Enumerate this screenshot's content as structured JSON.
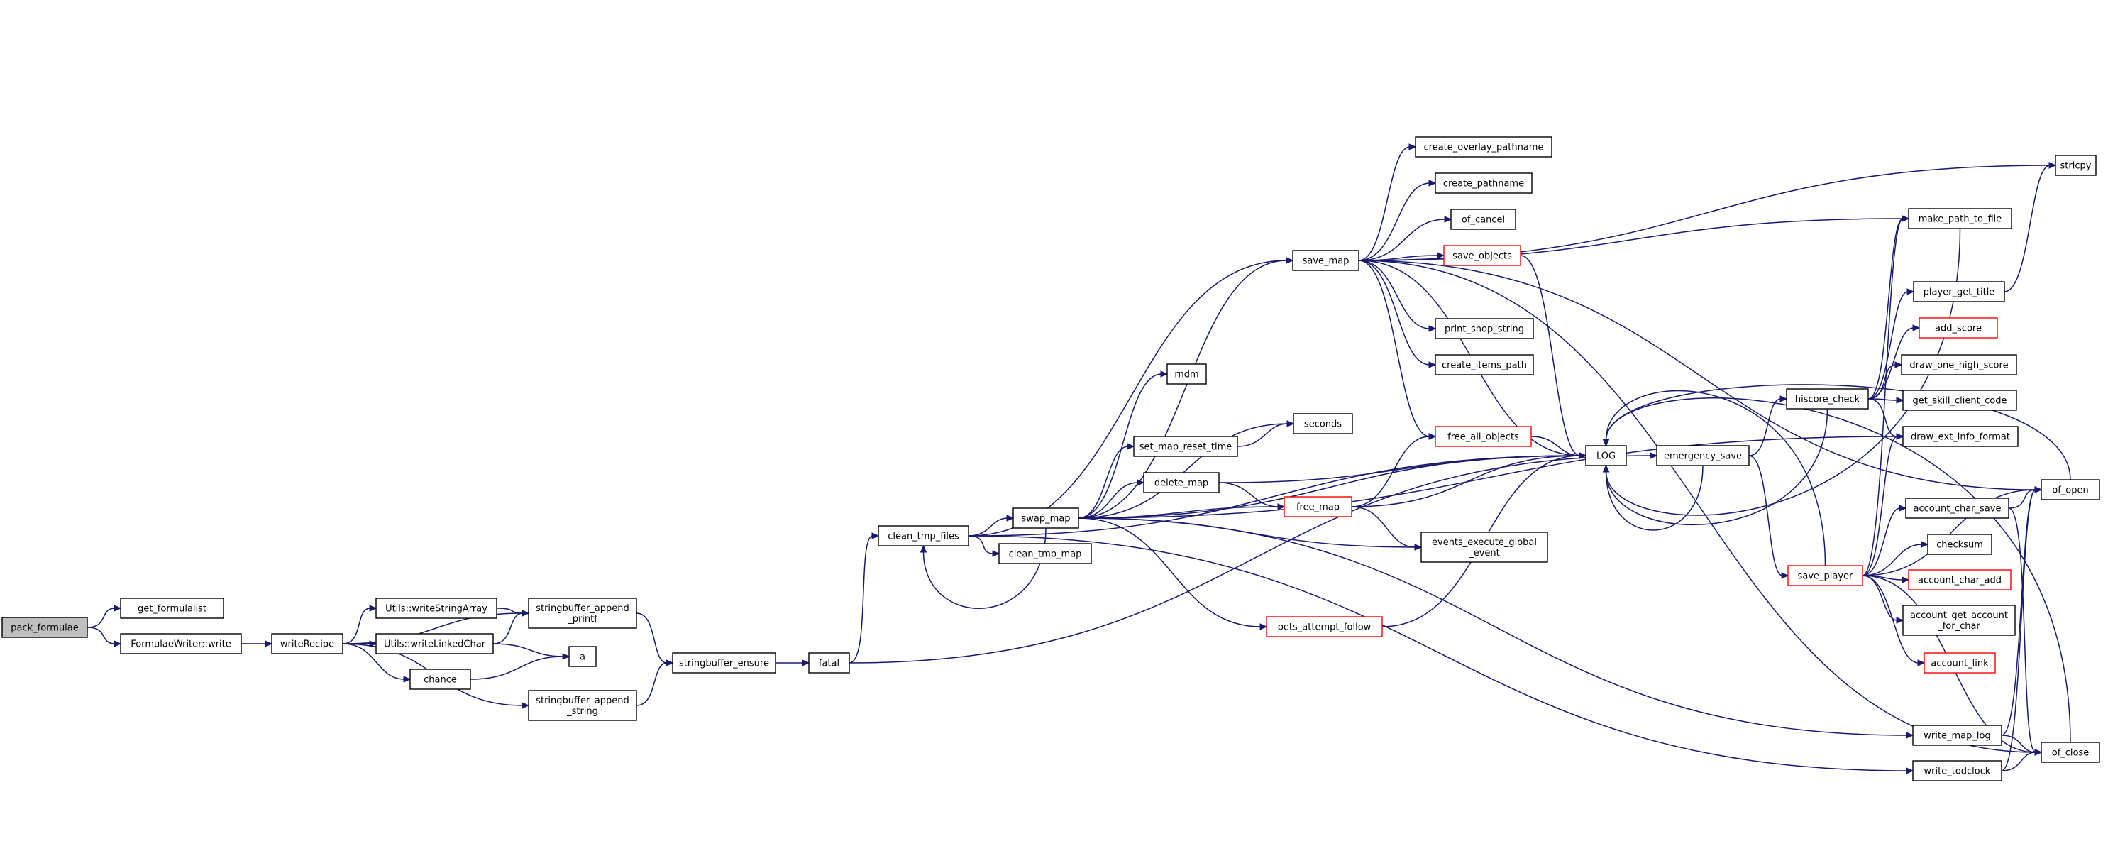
{
  "diagram": {
    "type": "call-graph",
    "colors": {
      "edge": "#191970",
      "root_fill": "#bfbfbf",
      "truncated_border": "#ff0000",
      "node_border": "#000000"
    },
    "nodes": [
      {
        "id": "pack_formulae",
        "lines": [
          "pack_formulae"
        ],
        "style": "root"
      },
      {
        "id": "get_formulalist",
        "lines": [
          "get_formulalist"
        ]
      },
      {
        "id": "FormulaeWriter_write",
        "lines": [
          "FormulaeWriter::write"
        ]
      },
      {
        "id": "writeRecipe",
        "lines": [
          "writeRecipe"
        ]
      },
      {
        "id": "Utils_writeStringArray",
        "lines": [
          "Utils::writeStringArray"
        ]
      },
      {
        "id": "Utils_writeLinkedChar",
        "lines": [
          "Utils::writeLinkedChar"
        ]
      },
      {
        "id": "chance",
        "lines": [
          "chance"
        ]
      },
      {
        "id": "stringbuffer_append_printf",
        "lines": [
          "stringbuffer_append",
          "_printf"
        ]
      },
      {
        "id": "a",
        "lines": [
          "a"
        ]
      },
      {
        "id": "stringbuffer_append_string",
        "lines": [
          "stringbuffer_append",
          "_string"
        ]
      },
      {
        "id": "stringbuffer_ensure",
        "lines": [
          "stringbuffer_ensure"
        ]
      },
      {
        "id": "fatal",
        "lines": [
          "fatal"
        ]
      },
      {
        "id": "clean_tmp_files",
        "lines": [
          "clean_tmp_files"
        ]
      },
      {
        "id": "swap_map",
        "lines": [
          "swap_map"
        ]
      },
      {
        "id": "clean_tmp_map",
        "lines": [
          "clean_tmp_map"
        ]
      },
      {
        "id": "rndm",
        "lines": [
          "rndm"
        ]
      },
      {
        "id": "set_map_reset_time",
        "lines": [
          "set_map_reset_time"
        ]
      },
      {
        "id": "delete_map",
        "lines": [
          "delete_map"
        ]
      },
      {
        "id": "seconds",
        "lines": [
          "seconds"
        ]
      },
      {
        "id": "save_map",
        "lines": [
          "save_map"
        ]
      },
      {
        "id": "create_overlay_pathname",
        "lines": [
          "create_overlay_pathname"
        ]
      },
      {
        "id": "create_pathname",
        "lines": [
          "create_pathname"
        ]
      },
      {
        "id": "of_cancel",
        "lines": [
          "of_cancel"
        ]
      },
      {
        "id": "save_objects",
        "lines": [
          "save_objects"
        ],
        "style": "truncated"
      },
      {
        "id": "print_shop_string",
        "lines": [
          "print_shop_string"
        ]
      },
      {
        "id": "create_items_path",
        "lines": [
          "create_items_path"
        ]
      },
      {
        "id": "free_all_objects",
        "lines": [
          "free_all_objects"
        ],
        "style": "truncated"
      },
      {
        "id": "free_map",
        "lines": [
          "free_map"
        ],
        "style": "truncated"
      },
      {
        "id": "events_execute_global_event",
        "lines": [
          "events_execute_global",
          "_event"
        ]
      },
      {
        "id": "pets_attempt_follow",
        "lines": [
          "pets_attempt_follow"
        ],
        "style": "truncated"
      },
      {
        "id": "LOG",
        "lines": [
          "LOG"
        ]
      },
      {
        "id": "emergency_save",
        "lines": [
          "emergency_save"
        ]
      },
      {
        "id": "hiscore_check",
        "lines": [
          "hiscore_check"
        ]
      },
      {
        "id": "save_player",
        "lines": [
          "save_player"
        ],
        "style": "truncated"
      },
      {
        "id": "strlcpy",
        "lines": [
          "strlcpy"
        ]
      },
      {
        "id": "make_path_to_file",
        "lines": [
          "make_path_to_file"
        ]
      },
      {
        "id": "player_get_title",
        "lines": [
          "player_get_title"
        ]
      },
      {
        "id": "add_score",
        "lines": [
          "add_score"
        ],
        "style": "truncated"
      },
      {
        "id": "draw_one_high_score",
        "lines": [
          "draw_one_high_score"
        ]
      },
      {
        "id": "get_skill_client_code",
        "lines": [
          "get_skill_client_code"
        ]
      },
      {
        "id": "draw_ext_info_format",
        "lines": [
          "draw_ext_info_format"
        ]
      },
      {
        "id": "account_char_save",
        "lines": [
          "account_char_save"
        ]
      },
      {
        "id": "checksum",
        "lines": [
          "checksum"
        ]
      },
      {
        "id": "account_char_add",
        "lines": [
          "account_char_add"
        ],
        "style": "truncated"
      },
      {
        "id": "account_get_account_for_char",
        "lines": [
          "account_get_account",
          "_for_char"
        ]
      },
      {
        "id": "account_link",
        "lines": [
          "account_link"
        ],
        "style": "truncated"
      },
      {
        "id": "of_open",
        "lines": [
          "of_open"
        ]
      },
      {
        "id": "write_map_log",
        "lines": [
          "write_map_log"
        ]
      },
      {
        "id": "write_todclock",
        "lines": [
          "write_todclock"
        ]
      },
      {
        "id": "of_close",
        "lines": [
          "of_close"
        ]
      }
    ],
    "edges": [
      [
        "pack_formulae",
        "get_formulalist"
      ],
      [
        "pack_formulae",
        "FormulaeWriter_write"
      ],
      [
        "FormulaeWriter_write",
        "writeRecipe"
      ],
      [
        "writeRecipe",
        "Utils_writeStringArray"
      ],
      [
        "writeRecipe",
        "Utils_writeLinkedChar"
      ],
      [
        "writeRecipe",
        "chance"
      ],
      [
        "writeRecipe",
        "stringbuffer_append_printf"
      ],
      [
        "writeRecipe",
        "stringbuffer_append_string"
      ],
      [
        "Utils_writeStringArray",
        "stringbuffer_append_printf"
      ],
      [
        "Utils_writeLinkedChar",
        "stringbuffer_append_printf"
      ],
      [
        "Utils_writeLinkedChar",
        "a"
      ],
      [
        "chance",
        "a"
      ],
      [
        "stringbuffer_append_printf",
        "stringbuffer_ensure"
      ],
      [
        "stringbuffer_append_string",
        "stringbuffer_ensure"
      ],
      [
        "stringbuffer_ensure",
        "fatal"
      ],
      [
        "fatal",
        "clean_tmp_files"
      ],
      [
        "fatal",
        "emergency_save"
      ],
      [
        "clean_tmp_files",
        "swap_map"
      ],
      [
        "clean_tmp_files",
        "clean_tmp_map"
      ],
      [
        "clean_tmp_files",
        "save_map"
      ],
      [
        "clean_tmp_files",
        "LOG"
      ],
      [
        "clean_tmp_files",
        "write_todclock"
      ],
      [
        "swap_map",
        "rndm"
      ],
      [
        "swap_map",
        "seconds"
      ],
      [
        "swap_map",
        "set_map_reset_time"
      ],
      [
        "swap_map",
        "delete_map"
      ],
      [
        "swap_map",
        "free_map"
      ],
      [
        "swap_map",
        "save_map"
      ],
      [
        "swap_map",
        "events_execute_global_event"
      ],
      [
        "swap_map",
        "pets_attempt_follow"
      ],
      [
        "swap_map",
        "LOG"
      ],
      [
        "swap_map",
        "draw_ext_info_format"
      ],
      [
        "swap_map",
        "write_map_log"
      ],
      [
        "swap_map",
        "clean_tmp_files"
      ],
      [
        "set_map_reset_time",
        "seconds"
      ],
      [
        "delete_map",
        "free_map"
      ],
      [
        "delete_map",
        "LOG"
      ],
      [
        "free_map",
        "free_all_objects"
      ],
      [
        "free_map",
        "events_execute_global_event"
      ],
      [
        "free_map",
        "LOG"
      ],
      [
        "pets_attempt_follow",
        "LOG"
      ],
      [
        "save_map",
        "create_overlay_pathname"
      ],
      [
        "save_map",
        "create_pathname"
      ],
      [
        "save_map",
        "of_cancel"
      ],
      [
        "save_map",
        "save_objects"
      ],
      [
        "save_map",
        "print_shop_string"
      ],
      [
        "save_map",
        "create_items_path"
      ],
      [
        "save_map",
        "free_all_objects"
      ],
      [
        "save_map",
        "LOG"
      ],
      [
        "save_map",
        "make_path_to_file"
      ],
      [
        "save_map",
        "of_open"
      ],
      [
        "save_map",
        "strlcpy"
      ],
      [
        "save_map",
        "of_close"
      ],
      [
        "save_objects",
        "LOG"
      ],
      [
        "free_all_objects",
        "LOG"
      ],
      [
        "emergency_save",
        "hiscore_check"
      ],
      [
        "emergency_save",
        "save_player"
      ],
      [
        "emergency_save",
        "LOG"
      ],
      [
        "hiscore_check",
        "make_path_to_file"
      ],
      [
        "hiscore_check",
        "player_get_title"
      ],
      [
        "hiscore_check",
        "add_score"
      ],
      [
        "hiscore_check",
        "draw_one_high_score"
      ],
      [
        "hiscore_check",
        "get_skill_client_code"
      ],
      [
        "hiscore_check",
        "draw_ext_info_format"
      ],
      [
        "hiscore_check",
        "LOG"
      ],
      [
        "player_get_title",
        "strlcpy"
      ],
      [
        "make_path_to_file",
        "LOG"
      ],
      [
        "save_player",
        "make_path_to_file"
      ],
      [
        "save_player",
        "draw_ext_info_format"
      ],
      [
        "save_player",
        "account_char_save"
      ],
      [
        "save_player",
        "checksum"
      ],
      [
        "save_player",
        "account_char_add"
      ],
      [
        "save_player",
        "account_get_account_for_char"
      ],
      [
        "save_player",
        "account_link"
      ],
      [
        "save_player",
        "of_open"
      ],
      [
        "save_player",
        "of_close"
      ],
      [
        "save_player",
        "LOG"
      ],
      [
        "account_char_save",
        "of_open"
      ],
      [
        "account_char_save",
        "of_close"
      ],
      [
        "write_map_log",
        "of_open"
      ],
      [
        "write_map_log",
        "of_close"
      ],
      [
        "write_todclock",
        "of_open"
      ],
      [
        "write_todclock",
        "of_close"
      ],
      [
        "of_open",
        "LOG"
      ],
      [
        "of_close",
        "LOG"
      ]
    ]
  }
}
